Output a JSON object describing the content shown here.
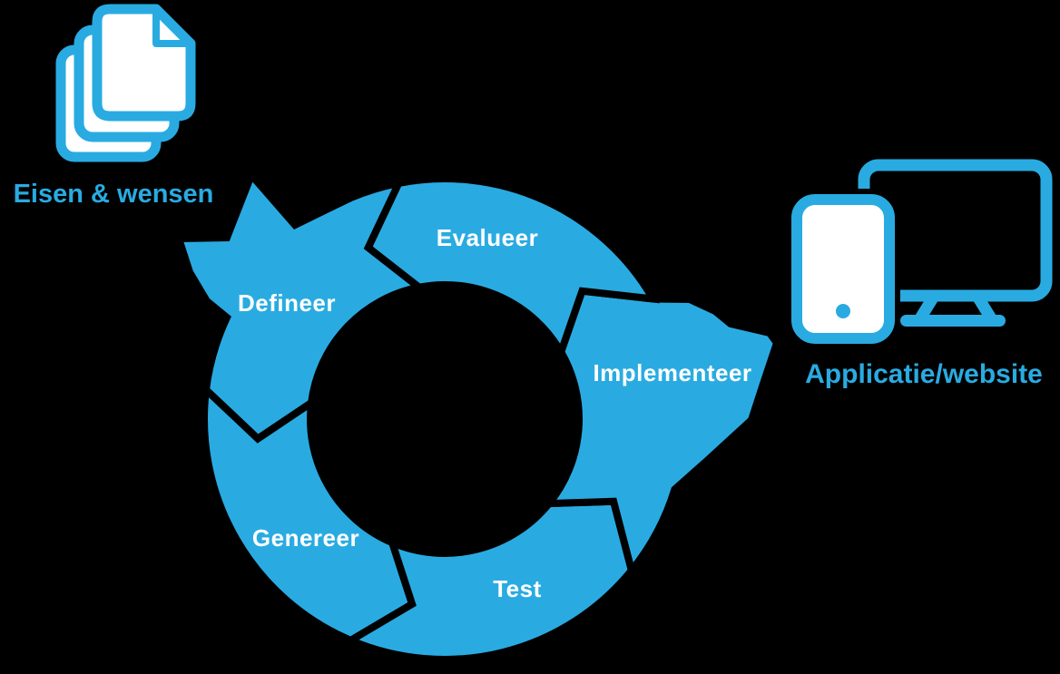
{
  "colors": {
    "background": "#000000",
    "accent": "#29ABE2",
    "segment_text": "#FFFFFF",
    "page_fill": "#FFFFFF"
  },
  "cycle": {
    "flow_direction": "counterclockwise",
    "steps": [
      {
        "id": "defineer",
        "label": "Defineer"
      },
      {
        "id": "genereer",
        "label": "Genereer"
      },
      {
        "id": "test",
        "label": "Test"
      },
      {
        "id": "implementeer",
        "label": "Implementeer"
      },
      {
        "id": "evalueer",
        "label": "Evalueer"
      }
    ]
  },
  "input": {
    "label": "Eisen & wensen",
    "icon": "documents-stack-icon"
  },
  "output": {
    "label": "Applicatie/website",
    "icon": "desktop-and-phone-icon"
  }
}
